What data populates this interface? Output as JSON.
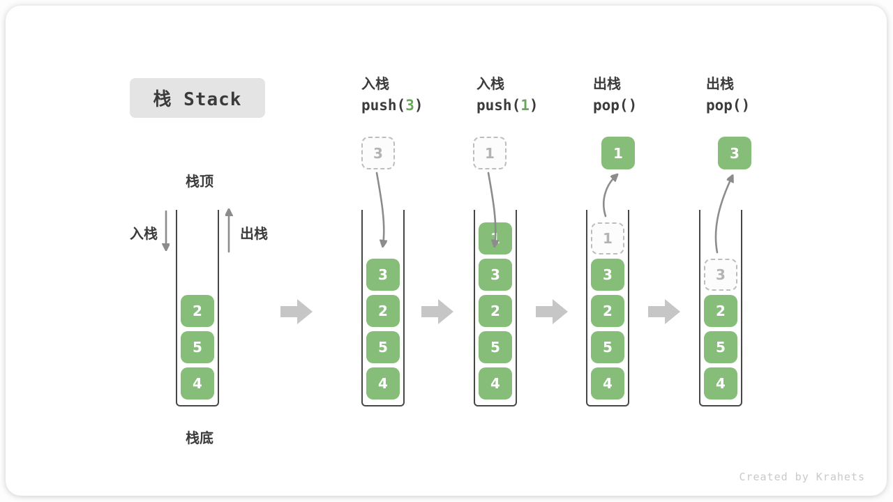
{
  "title": "栈 Stack",
  "side_labels": {
    "top": "栈顶",
    "bottom": "栈底",
    "push": "入栈",
    "pop": "出栈"
  },
  "watermark": "Created by Krahets",
  "colors": {
    "green": "#85bd79",
    "code_green": "#69a85c",
    "ink": "#3b3b3b",
    "wall": "#474747",
    "arrow_gray": "#8c8c8c",
    "block_arrow_gray": "#c6c6c6",
    "dashed_border": "#bdbdbd",
    "dashed_text": "#b3b3b3",
    "dashed_bg": "#fcfcfc",
    "title_bg": "#e4e4e4",
    "watermark_gray": "#c9c9c9"
  },
  "columns": [
    {
      "name": "initial-state",
      "header": null,
      "floating": null,
      "cells": [
        {
          "value": "2",
          "slot": 2,
          "style": "solid"
        },
        {
          "value": "5",
          "slot": 3,
          "style": "solid"
        },
        {
          "value": "4",
          "slot": 4,
          "style": "solid"
        }
      ]
    },
    {
      "name": "push-3",
      "header": {
        "label": "入栈",
        "code_pre": "push(",
        "code_arg": "3",
        "code_post": ")"
      },
      "floating": {
        "value": "3",
        "style": "dashed"
      },
      "cells": [
        {
          "value": "3",
          "slot": 1,
          "style": "solid"
        },
        {
          "value": "2",
          "slot": 2,
          "style": "solid"
        },
        {
          "value": "5",
          "slot": 3,
          "style": "solid"
        },
        {
          "value": "4",
          "slot": 4,
          "style": "solid"
        }
      ]
    },
    {
      "name": "push-1",
      "header": {
        "label": "入栈",
        "code_pre": "push(",
        "code_arg": "1",
        "code_post": ")"
      },
      "floating": {
        "value": "1",
        "style": "dashed"
      },
      "cells": [
        {
          "value": "1",
          "slot": 0,
          "style": "solid"
        },
        {
          "value": "3",
          "slot": 1,
          "style": "solid"
        },
        {
          "value": "2",
          "slot": 2,
          "style": "solid"
        },
        {
          "value": "5",
          "slot": 3,
          "style": "solid"
        },
        {
          "value": "4",
          "slot": 4,
          "style": "solid"
        }
      ]
    },
    {
      "name": "pop-1",
      "header": {
        "label": "出栈",
        "code_pre": "pop()",
        "code_arg": "",
        "code_post": ""
      },
      "floating": {
        "value": "1",
        "style": "solid"
      },
      "cells": [
        {
          "value": "1",
          "slot": 0,
          "style": "dashed"
        },
        {
          "value": "3",
          "slot": 1,
          "style": "solid"
        },
        {
          "value": "2",
          "slot": 2,
          "style": "solid"
        },
        {
          "value": "5",
          "slot": 3,
          "style": "solid"
        },
        {
          "value": "4",
          "slot": 4,
          "style": "solid"
        }
      ]
    },
    {
      "name": "pop-3",
      "header": {
        "label": "出栈",
        "code_pre": "pop()",
        "code_arg": "",
        "code_post": ""
      },
      "floating": {
        "value": "3",
        "style": "solid"
      },
      "cells": [
        {
          "value": "3",
          "slot": 1,
          "style": "dashed"
        },
        {
          "value": "2",
          "slot": 2,
          "style": "solid"
        },
        {
          "value": "5",
          "slot": 3,
          "style": "solid"
        },
        {
          "value": "4",
          "slot": 4,
          "style": "solid"
        }
      ]
    }
  ]
}
